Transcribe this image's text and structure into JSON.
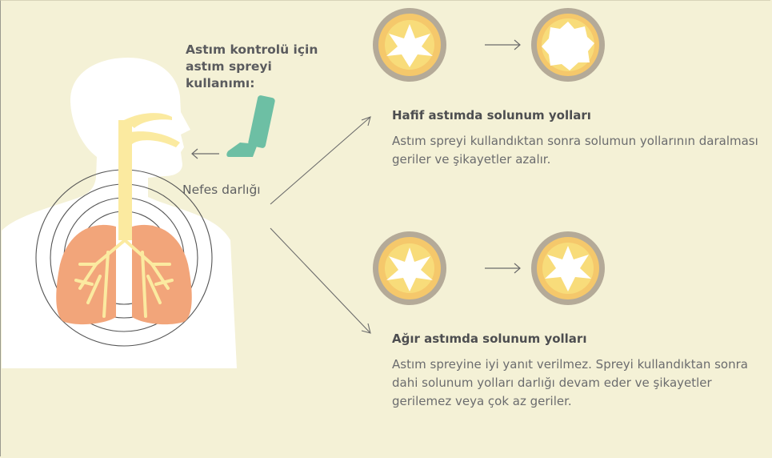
{
  "inhaler_title": "Astım kontrolü için astım spreyi kullanımı:",
  "shortness_label": "Nefes darlığı",
  "mild": {
    "title": "Hafif astımda solunum yolları",
    "text": "Astım spreyi kullandıktan sonra solumun yollarının daralması geriler ve şikayetler azalır."
  },
  "severe": {
    "title": "Ağır astımda solunum yolları",
    "text": "Astım spreyine iyi yanıt verilmez. Spreyi kullandıktan sonra dahi solunum yolları darlığı devam eder ve şikayetler gerilemez veya çok az geriler."
  },
  "colors": {
    "background": "#f4f1d6",
    "body": "#ffffff",
    "airway": "#fbeaa0",
    "lung": "#f2a57a",
    "inhaler": "#6dbfa4",
    "ring_outer": "#b4aa98",
    "ring_inner": "#f5c86b",
    "star": "#f8dc7a",
    "line": "#6b6b6b"
  },
  "icons": {
    "inhaler": "inhaler-icon",
    "arrow": "arrow-left-icon"
  }
}
